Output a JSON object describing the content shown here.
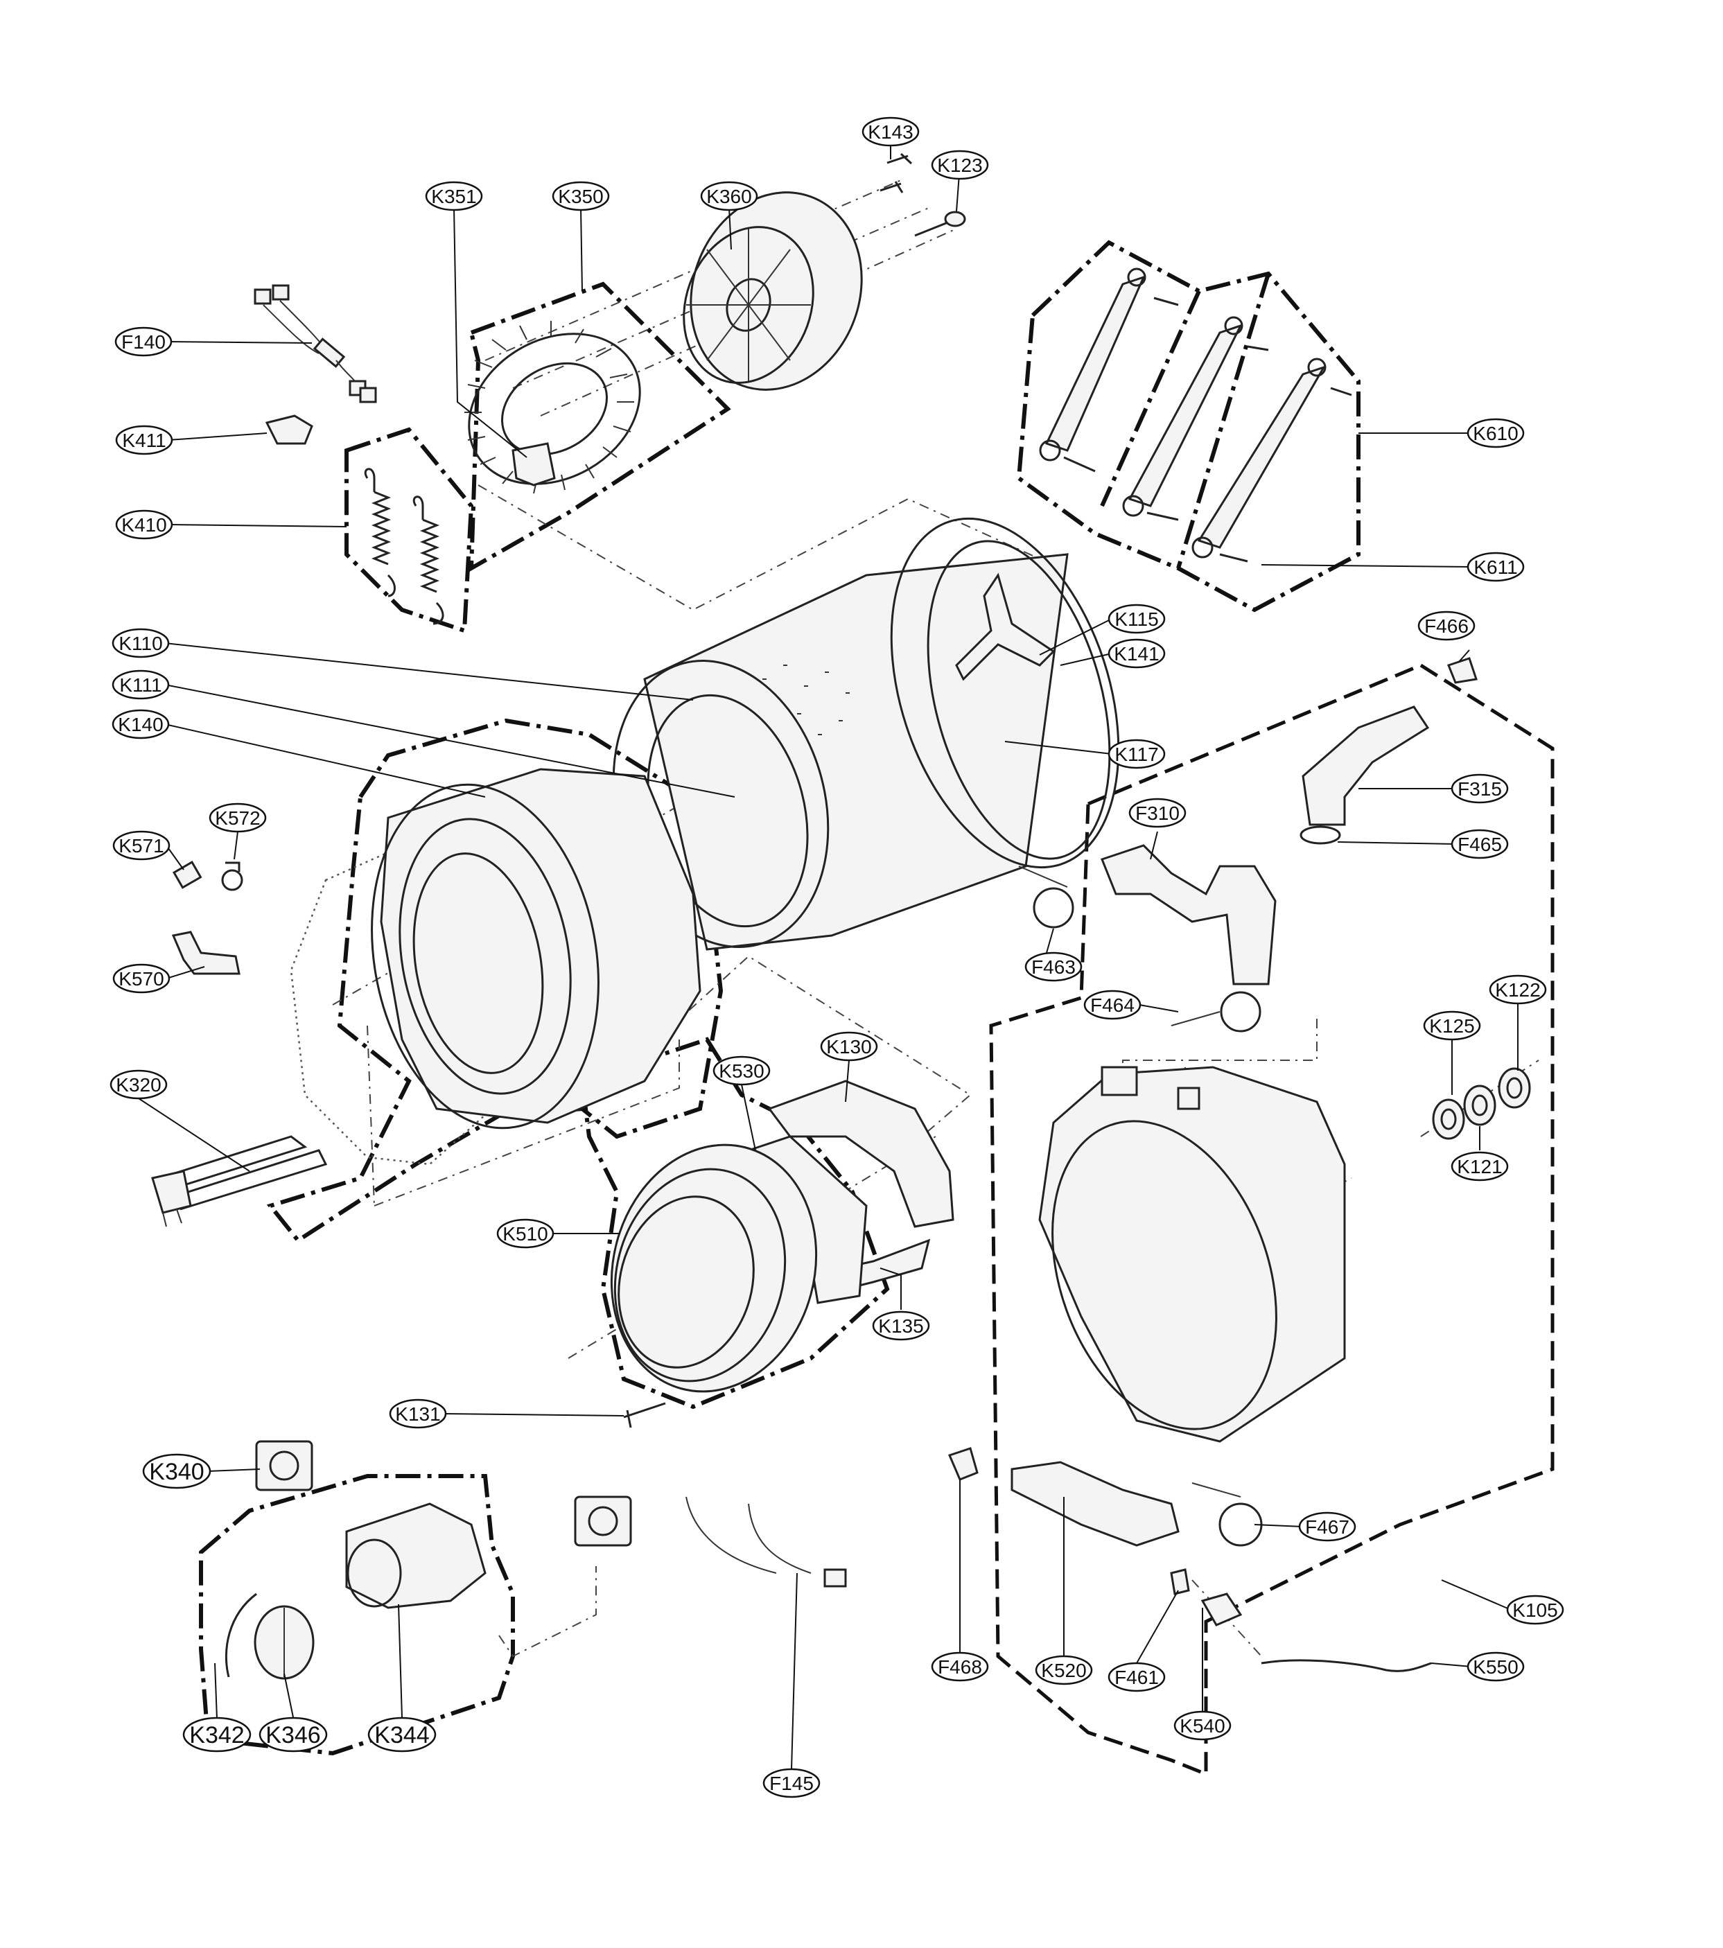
{
  "callouts": [
    {
      "id": "K143",
      "label": "K143"
    },
    {
      "id": "K123",
      "label": "K123"
    },
    {
      "id": "K351",
      "label": "K351"
    },
    {
      "id": "K350",
      "label": "K350"
    },
    {
      "id": "K360",
      "label": "K360"
    },
    {
      "id": "F140",
      "label": "F140"
    },
    {
      "id": "K411",
      "label": "K411"
    },
    {
      "id": "K410",
      "label": "K410"
    },
    {
      "id": "K610",
      "label": "K610"
    },
    {
      "id": "K611",
      "label": "K611"
    },
    {
      "id": "K115",
      "label": "K115"
    },
    {
      "id": "K141",
      "label": "K141"
    },
    {
      "id": "F466",
      "label": "F466"
    },
    {
      "id": "K110",
      "label": "K110"
    },
    {
      "id": "K111",
      "label": "K111"
    },
    {
      "id": "K140",
      "label": "K140"
    },
    {
      "id": "K117",
      "label": "K117"
    },
    {
      "id": "F315",
      "label": "F315"
    },
    {
      "id": "F310",
      "label": "F310"
    },
    {
      "id": "F465",
      "label": "F465"
    },
    {
      "id": "K571",
      "label": "K571"
    },
    {
      "id": "K572",
      "label": "K572"
    },
    {
      "id": "K570",
      "label": "K570"
    },
    {
      "id": "F463",
      "label": "F463"
    },
    {
      "id": "F464",
      "label": "F464"
    },
    {
      "id": "K122",
      "label": "K122"
    },
    {
      "id": "K125",
      "label": "K125"
    },
    {
      "id": "K130",
      "label": "K130"
    },
    {
      "id": "K530",
      "label": "K530"
    },
    {
      "id": "K320",
      "label": "K320"
    },
    {
      "id": "K121",
      "label": "K121"
    },
    {
      "id": "K510",
      "label": "K510"
    },
    {
      "id": "K135",
      "label": "K135"
    },
    {
      "id": "K131",
      "label": "K131"
    },
    {
      "id": "K340",
      "label": "K340"
    },
    {
      "id": "F467",
      "label": "F467"
    },
    {
      "id": "K105",
      "label": "K105"
    },
    {
      "id": "K550",
      "label": "K550"
    },
    {
      "id": "F468",
      "label": "F468"
    },
    {
      "id": "K520",
      "label": "K520"
    },
    {
      "id": "F461",
      "label": "F461"
    },
    {
      "id": "K540",
      "label": "K540"
    },
    {
      "id": "K342",
      "label": "K342"
    },
    {
      "id": "K346",
      "label": "K346"
    },
    {
      "id": "K344",
      "label": "K344"
    },
    {
      "id": "F145",
      "label": "F145"
    }
  ]
}
